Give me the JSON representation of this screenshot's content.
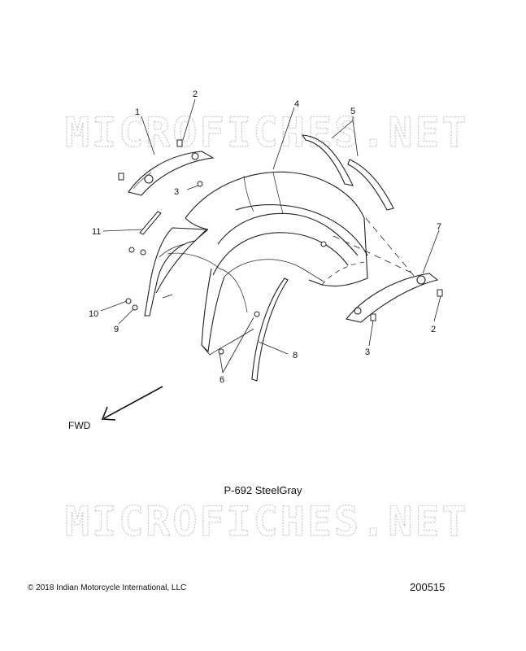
{
  "watermark": {
    "text": "MICROFICHES.NET"
  },
  "callouts": [
    {
      "id": "c1",
      "label": "1"
    },
    {
      "id": "c2a",
      "label": "2"
    },
    {
      "id": "c2b",
      "label": "2"
    },
    {
      "id": "c3a",
      "label": "3"
    },
    {
      "id": "c3b",
      "label": "3"
    },
    {
      "id": "c4",
      "label": "4"
    },
    {
      "id": "c5",
      "label": "5"
    },
    {
      "id": "c6",
      "label": "6"
    },
    {
      "id": "c7",
      "label": "7"
    },
    {
      "id": "c8",
      "label": "8"
    },
    {
      "id": "c9",
      "label": "9"
    },
    {
      "id": "c10",
      "label": "10"
    },
    {
      "id": "c11",
      "label": "11"
    }
  ],
  "direction_label": "FWD",
  "caption": "P-692  SteelGray",
  "copyright": "© 2018 Indian Motorcycle International, LLC",
  "document_number": "200515"
}
